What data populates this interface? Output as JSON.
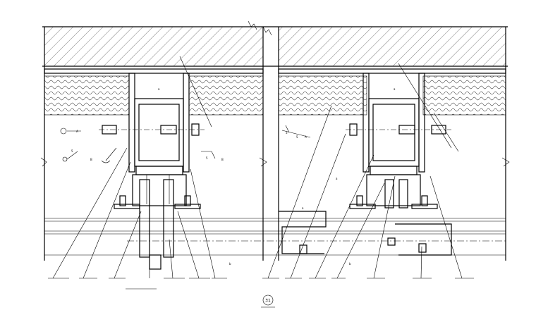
{
  "drawing": {
    "callouts": {
      "A_left": "A",
      "B_left": "B",
      "A_mid": "A",
      "B_mid": "B",
      "weld_left_1": "5",
      "weld_left_2": "5",
      "weld_mid_1": "3",
      "weld_mid_2": "5",
      "top_dim_left": "a",
      "top_dim_right": "a",
      "bottom_dim_left": "b",
      "bottom_dim_right": "b",
      "mid_dim": "a",
      "side_dim": "a",
      "section_mark": "31"
    }
  }
}
